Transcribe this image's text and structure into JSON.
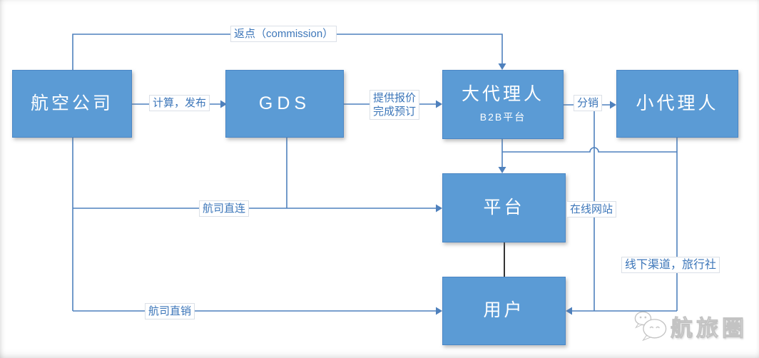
{
  "diagram": {
    "nodes": {
      "airline": {
        "label": "航空公司"
      },
      "gds": {
        "label": "GDS"
      },
      "big_agent": {
        "label": "大代理人",
        "sublabel": "B2B平台"
      },
      "small_agent": {
        "label": "小代理人"
      },
      "platform": {
        "label": "平台"
      },
      "user": {
        "label": "用户"
      }
    },
    "edge_labels": {
      "commission": "返点（commission）",
      "calc_publish": "计算，发布",
      "quote_line1": "提供报价",
      "quote_line2": "完成预订",
      "distribution": "分销",
      "direct_connect": "航司直连",
      "online_site": "在线网站",
      "offline_channel": "线下渠道，旅行社",
      "direct_sale": "航司直销"
    },
    "colors": {
      "node_fill": "#5b9bd5",
      "node_border": "#4a86c5",
      "connector": "#4f81bd",
      "label_text": "#3c76b9",
      "platform_user_link": "#333333"
    }
  },
  "watermark": {
    "text": "航旅圈",
    "icon": "chat-bubbles-icon"
  }
}
